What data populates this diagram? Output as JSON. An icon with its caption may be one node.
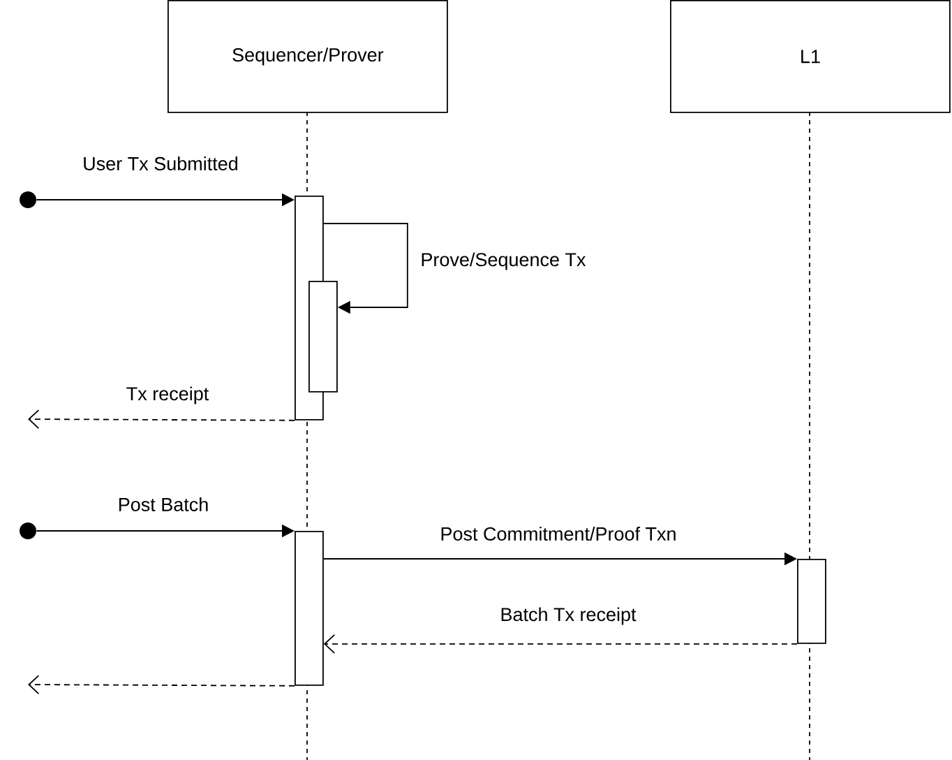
{
  "diagram": {
    "nodes": [
      {
        "text": [
          "Sequencer/Prover"
        ]
      },
      {
        "text": [
          "L1"
        ]
      },
      {
        "text": [],
        "shape": "circle"
      },
      {
        "text": [],
        "shape": "bar"
      },
      {
        "text": [],
        "shape": "bar"
      },
      {
        "text": [],
        "shape": "circle"
      },
      {
        "text": [],
        "shape": "bar"
      },
      {
        "text": [],
        "shape": "bar"
      }
    ],
    "edges": [
      {
        "from": 2,
        "to": 3,
        "arrow": "to",
        "label": "User Tx Submitted"
      },
      {
        "from": 3,
        "to": 4,
        "arrow": "to",
        "label": "Prove/Sequence Tx"
      },
      {
        "from": 3,
        "to": null,
        "arrow": "to",
        "label": "Tx receipt",
        "style": "dashed"
      },
      {
        "from": 5,
        "to": 6,
        "arrow": "to",
        "label": "Post Batch"
      },
      {
        "from": 6,
        "to": 7,
        "arrow": "to",
        "label": "Post Commitment/Proof Txn"
      },
      {
        "from": 7,
        "to": 6,
        "arrow": "to",
        "label": "Batch Tx receipt",
        "style": "dashed"
      },
      {
        "from": 6,
        "to": null,
        "arrow": "to",
        "style": "dashed"
      }
    ]
  }
}
